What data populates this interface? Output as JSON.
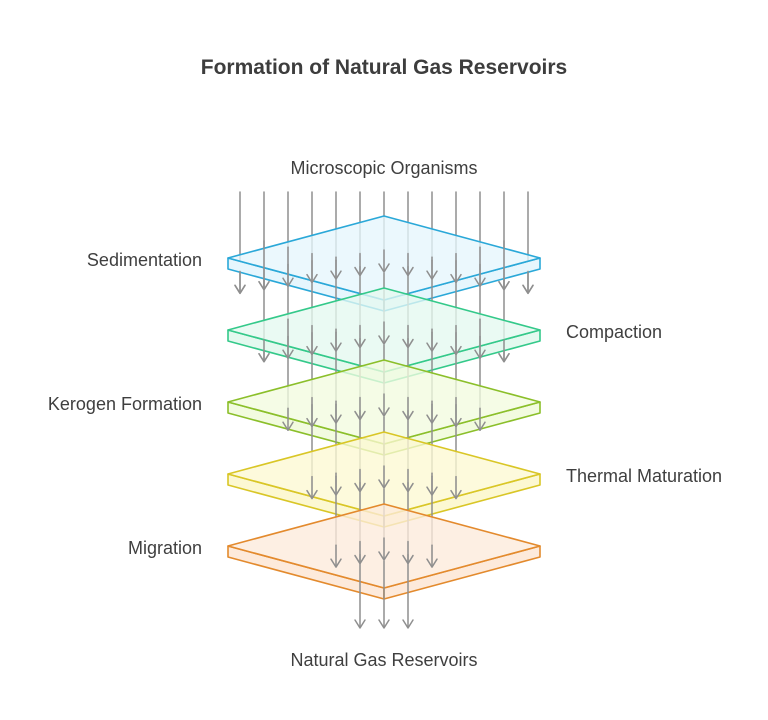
{
  "title": "Formation of Natural Gas Reservoirs",
  "input_label": "Microscopic Organisms",
  "output_label": "Natural Gas Reservoirs",
  "arrow_color": "#8f8f8f",
  "layers": [
    {
      "label": "Sedimentation",
      "side": "left",
      "stroke": "#2aa8d8",
      "fill": "#e6f6fd"
    },
    {
      "label": "Compaction",
      "side": "right",
      "stroke": "#34c98a",
      "fill": "#e4f9ef"
    },
    {
      "label": "Kerogen Formation",
      "side": "left",
      "stroke": "#8bbf2a",
      "fill": "#f2fbdf"
    },
    {
      "label": "Thermal Maturation",
      "side": "right",
      "stroke": "#d9c626",
      "fill": "#fcf8d2"
    },
    {
      "label": "Migration",
      "side": "left",
      "stroke": "#e38a2d",
      "fill": "#fdeadb"
    }
  ]
}
